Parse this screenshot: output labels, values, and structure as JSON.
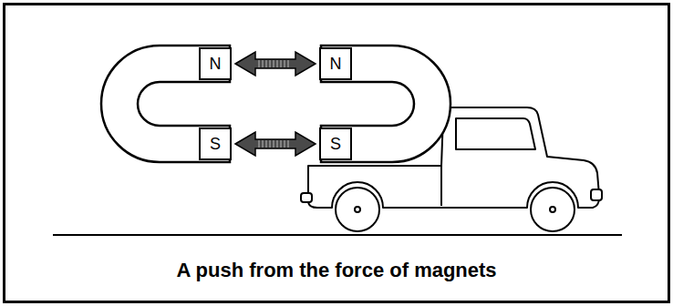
{
  "diagram": {
    "caption": "A push from the force of magnets",
    "nodes": [
      {
        "text": [
          "N"
        ]
      },
      {
        "text": [
          "N"
        ]
      },
      {
        "text": [
          "S"
        ]
      },
      {
        "text": [
          "S"
        ]
      }
    ],
    "edges": [
      {
        "from": 0,
        "to": 1,
        "arrow": "both"
      },
      {
        "from": 2,
        "to": 3,
        "arrow": "both"
      }
    ]
  }
}
